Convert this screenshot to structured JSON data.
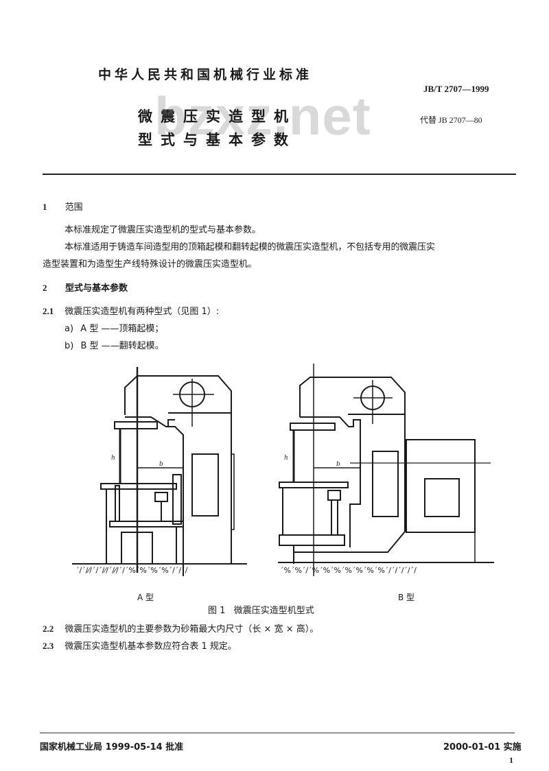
{
  "watermark": "bzxz.net",
  "header": {
    "org_title": "中华人民共和国机械行业标准",
    "standard_number": "JB/T 2707—1999",
    "replaces": "代替 JB 2707—80",
    "title_line1": "微震压实造型机",
    "title_line2": "型式与基本参数"
  },
  "sections": [
    {
      "number": "1",
      "heading": "范围",
      "paragraphs": [
        "本标准规定了微震压实造型机的型式与基本参数。",
        "本标准适用于铸造车间造型用的顶箱起模和翻转起模的微震压实造型机，不包括专用的微震压实",
        "造型装置和为造型生产线特殊设计的微震压实造型机。"
      ]
    },
    {
      "number": "2",
      "heading": "型式与基本参数",
      "subsections": [
        {
          "number": "2.1",
          "text": "微震压实造型机有两种型式（见图 1）:",
          "items": [
            {
              "marker": "a)",
              "text": "A 型 ——顶箱起模；"
            },
            {
              "marker": "b)",
              "text": "B 型 ——翻转起模。"
            }
          ]
        },
        {
          "number": "2.2",
          "text": "微震压实造型机的主要参数为砂箱最大内尺寸（长 × 宽 × 高）。"
        },
        {
          "number": "2.3",
          "text": "微震压实造型机基本参数应符合表 1 规定。"
        }
      ]
    }
  ],
  "figure": {
    "label_a": "A 型",
    "label_b": "B 型",
    "caption": "图 1   微震压实造型机型式",
    "dim_h": "h",
    "dim_b": "b"
  },
  "footer": {
    "approval": "国家机械工业局 1999-05-14 批准",
    "implementation": "2000-01-01 实施",
    "page_number": "1"
  }
}
